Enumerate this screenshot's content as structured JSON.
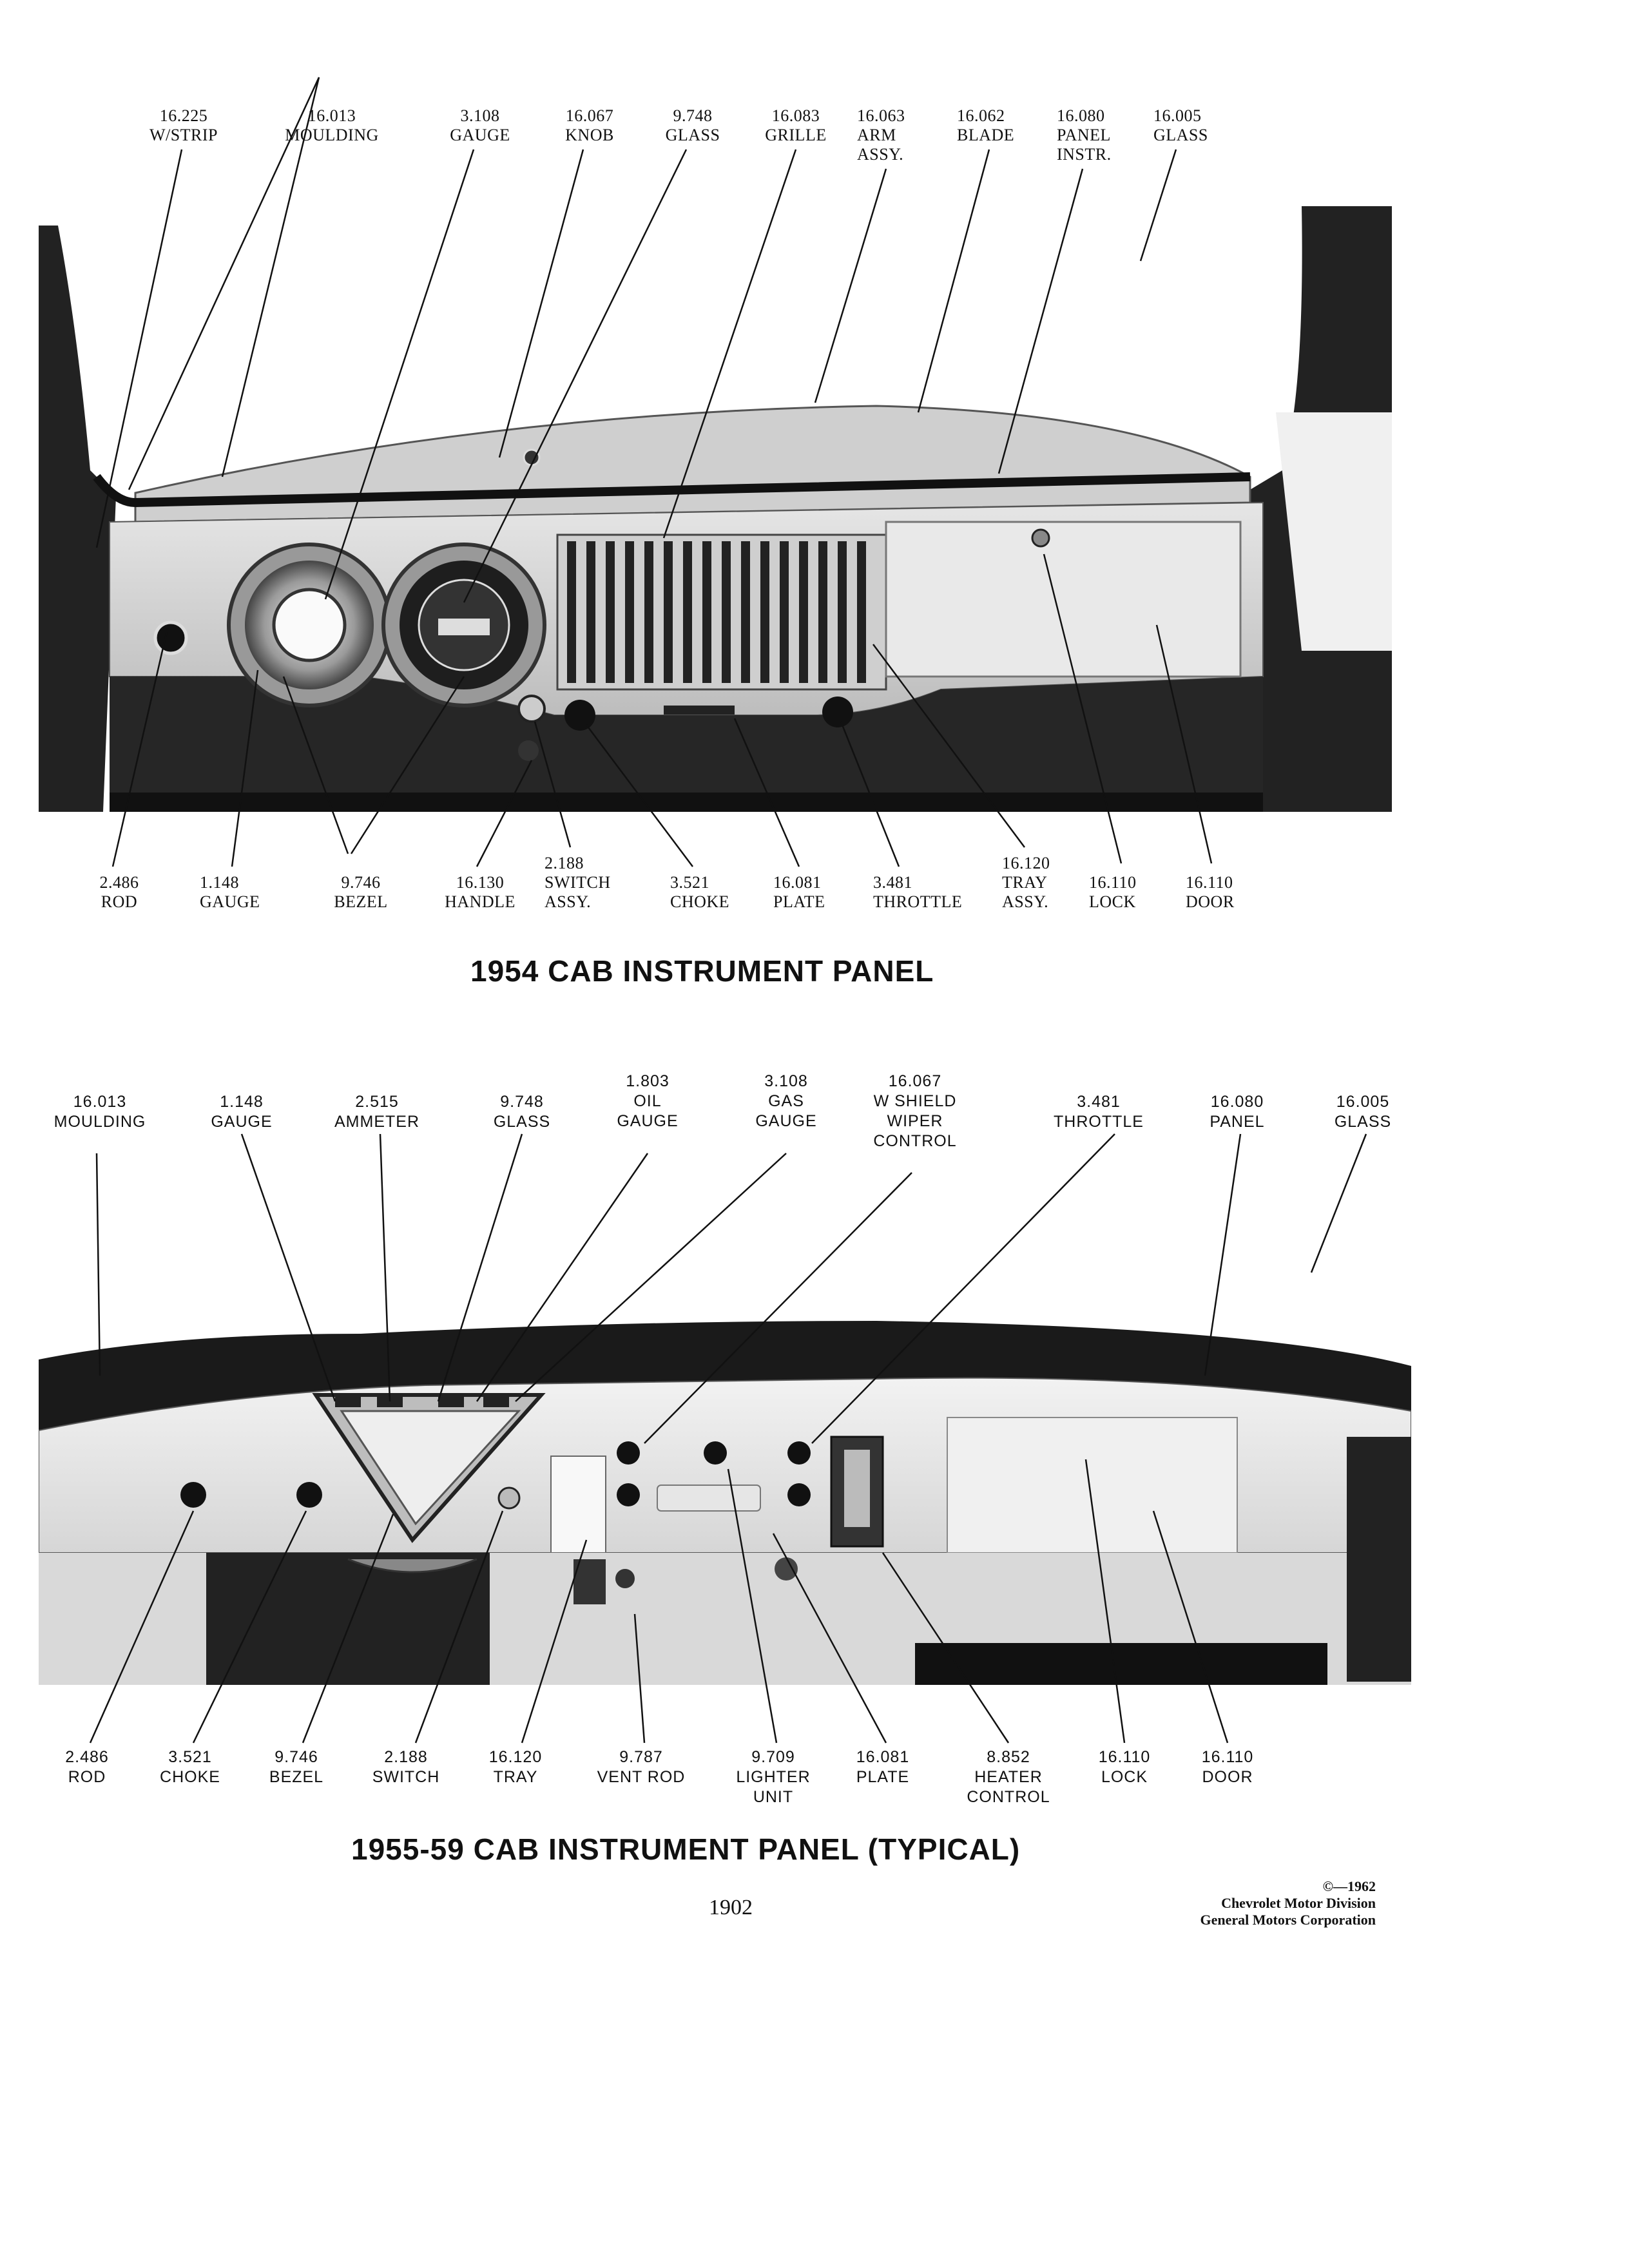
{
  "panel_1954": {
    "title": "1954 CAB INSTRUMENT PANEL",
    "top_callouts": [
      {
        "code": "16.225",
        "name": "W/STRIP"
      },
      {
        "code": "16.013",
        "name": "MOULDING"
      },
      {
        "code": "3.108",
        "name": "GAUGE"
      },
      {
        "code": "16.067",
        "name": "KNOB"
      },
      {
        "code": "9.748",
        "name": "GLASS"
      },
      {
        "code": "16.083",
        "name": "GRILLE"
      },
      {
        "code": "16.063",
        "name": "ARM",
        "name2": "ASSY."
      },
      {
        "code": "16.062",
        "name": "BLADE"
      },
      {
        "code": "16.080",
        "name": "PANEL",
        "name2": "INSTR."
      },
      {
        "code": "16.005",
        "name": "GLASS"
      }
    ],
    "bottom_callouts": [
      {
        "code": "2.486",
        "name": "ROD"
      },
      {
        "code": "1.148",
        "name": "GAUGE"
      },
      {
        "code": "9.746",
        "name": "BEZEL"
      },
      {
        "code": "16.130",
        "name": "HANDLE"
      },
      {
        "code": "2.188",
        "name": "SWITCH",
        "name2": "ASSY."
      },
      {
        "code": "3.521",
        "name": "CHOKE"
      },
      {
        "code": "16.081",
        "name": "PLATE"
      },
      {
        "code": "3.481",
        "name": "THROTTLE"
      },
      {
        "code": "16.120",
        "name": "TRAY",
        "name2": "ASSY."
      },
      {
        "code": "16.110",
        "name": "LOCK"
      },
      {
        "code": "16.110",
        "name": "DOOR"
      }
    ]
  },
  "panel_1955": {
    "title": "1955-59 CAB INSTRUMENT PANEL (TYPICAL)",
    "top_callouts": [
      {
        "code": "16.013",
        "name": "MOULDING"
      },
      {
        "code": "1.148",
        "name": "GAUGE"
      },
      {
        "code": "2.515",
        "name": "AMMETER"
      },
      {
        "code": "9.748",
        "name": "GLASS"
      },
      {
        "code": "1.803",
        "name": "OIL",
        "name2": "GAUGE"
      },
      {
        "code": "3.108",
        "name": "GAS",
        "name2": "GAUGE"
      },
      {
        "code": "16.067",
        "name": "W SHIELD",
        "name2": "WIPER",
        "name3": "CONTROL"
      },
      {
        "code": "3.481",
        "name": "THROTTLE"
      },
      {
        "code": "16.080",
        "name": "PANEL"
      },
      {
        "code": "16.005",
        "name": "GLASS"
      }
    ],
    "bottom_callouts": [
      {
        "code": "2.486",
        "name": "ROD"
      },
      {
        "code": "3.521",
        "name": "CHOKE"
      },
      {
        "code": "9.746",
        "name": "BEZEL"
      },
      {
        "code": "2.188",
        "name": "SWITCH"
      },
      {
        "code": "16.120",
        "name": "TRAY"
      },
      {
        "code": "9.787",
        "name": "VENT ROD"
      },
      {
        "code": "9.709",
        "name": "LIGHTER",
        "name2": "UNIT"
      },
      {
        "code": "16.081",
        "name": "PLATE"
      },
      {
        "code": "8.852",
        "name": "HEATER",
        "name2": "CONTROL"
      },
      {
        "code": "16.110",
        "name": "LOCK"
      },
      {
        "code": "16.110",
        "name": "DOOR"
      }
    ]
  },
  "footer": {
    "page_number": "1902",
    "copyright": "©—1962",
    "division": "Chevrolet Motor Division",
    "corporation": "General Motors Corporation"
  }
}
